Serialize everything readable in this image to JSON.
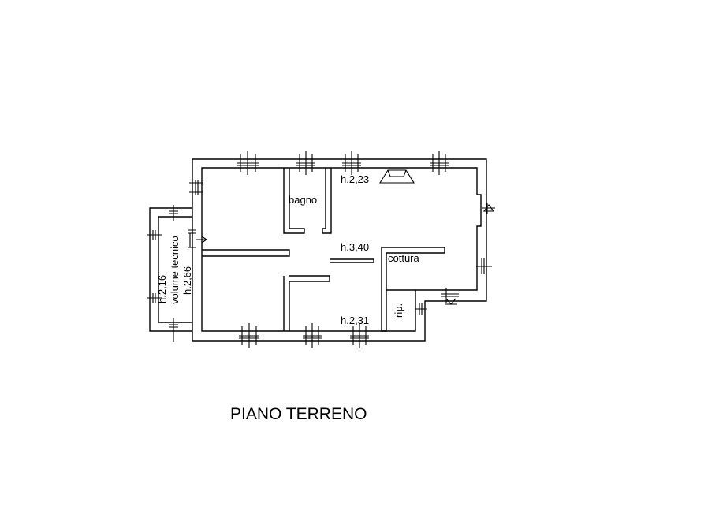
{
  "plan": {
    "title": "PIANO TERRENO",
    "rooms": {
      "bagno": "bagno",
      "h223": "h.2,23",
      "h340": "h.3,40",
      "cottura": "cottura",
      "h231": "h.2,31",
      "rip": "rip.",
      "volume_tecnico": "volume tecnico",
      "h216": "h.2,16",
      "h266": "h.2,66"
    }
  }
}
